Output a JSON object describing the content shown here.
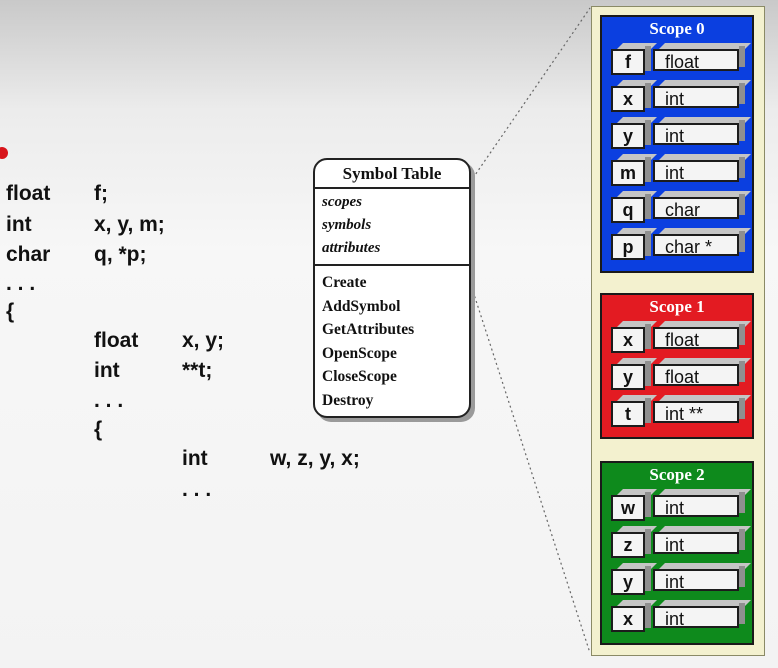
{
  "code": {
    "lines": [
      {
        "kw": "float",
        "rest": "f;"
      },
      {
        "kw": "int",
        "rest": "x, y, m;"
      },
      {
        "kw": "char",
        "rest": "q, *p;"
      },
      {
        "kw": ". . .",
        "rest": ""
      },
      {
        "kw": "{",
        "rest": ""
      }
    ],
    "inner": [
      {
        "kw": "float",
        "rest": "x, y;"
      },
      {
        "kw": "int",
        "rest": "**t;"
      },
      {
        "kw": ". . .",
        "rest": ""
      },
      {
        "kw": "{",
        "rest": ""
      }
    ],
    "innermost": [
      {
        "kw": "int",
        "rest": "w, z, y, x;"
      },
      {
        "kw": ". . .",
        "rest": ""
      }
    ]
  },
  "symbol_table": {
    "title": "Symbol Table",
    "attributes": [
      "scopes",
      "symbols",
      "attributes"
    ],
    "operations": [
      "Create",
      "AddSymbol",
      "GetAttributes",
      "OpenScope",
      "CloseScope",
      "Destroy"
    ]
  },
  "scopes": [
    {
      "title": "Scope 0",
      "color": "#0b3fe0",
      "entries": [
        {
          "name": "f",
          "type": "float"
        },
        {
          "name": "x",
          "type": "int"
        },
        {
          "name": "y",
          "type": "int"
        },
        {
          "name": "m",
          "type": "int"
        },
        {
          "name": "q",
          "type": "char"
        },
        {
          "name": "p",
          "type": "char *"
        }
      ]
    },
    {
      "title": "Scope 1",
      "color": "#e31b22",
      "entries": [
        {
          "name": "x",
          "type": "float"
        },
        {
          "name": "y",
          "type": "float"
        },
        {
          "name": "t",
          "type": "int **"
        }
      ]
    },
    {
      "title": "Scope 2",
      "color": "#0e8a1c",
      "entries": [
        {
          "name": "w",
          "type": "int"
        },
        {
          "name": "z",
          "type": "int"
        },
        {
          "name": "y",
          "type": "int"
        },
        {
          "name": "x",
          "type": "int"
        }
      ]
    }
  ]
}
